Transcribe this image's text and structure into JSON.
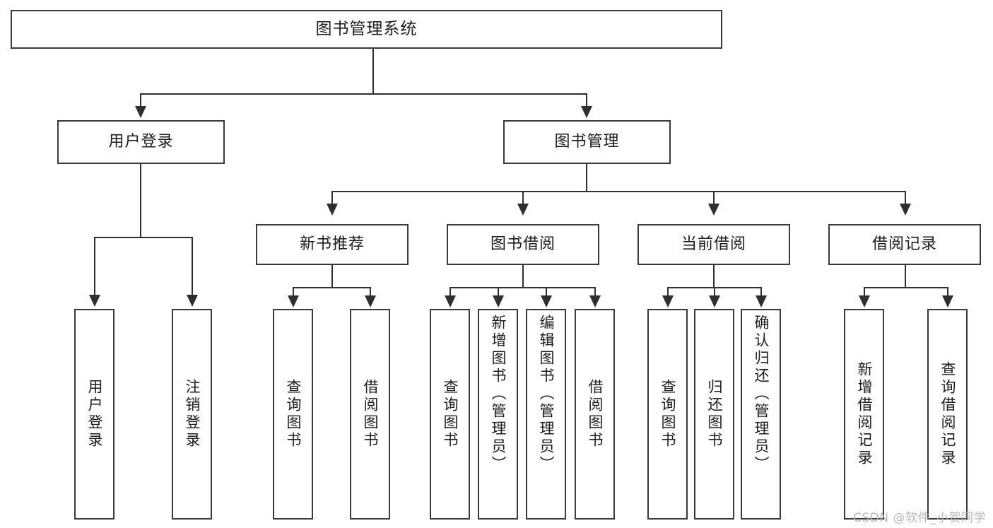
{
  "diagram": {
    "title": "图书管理系统",
    "type": "功能结构图",
    "root": {
      "label": "图书管理系统"
    },
    "level2": [
      {
        "label": "用户登录"
      },
      {
        "label": "图书管理"
      }
    ],
    "level3": [
      {
        "label": "新书推荐"
      },
      {
        "label": "图书借阅"
      },
      {
        "label": "当前借阅"
      },
      {
        "label": "借阅记录"
      }
    ],
    "leaves": {
      "user_login": [
        {
          "label": "用户登录"
        },
        {
          "label": "注销登录"
        }
      ],
      "new_book": [
        {
          "label": "查询图书"
        },
        {
          "label": "借阅图书"
        }
      ],
      "book_borrow": [
        {
          "label": "查询图书"
        },
        {
          "label": "新增图书（管理员）"
        },
        {
          "label": "编辑图书（管理员）"
        },
        {
          "label": "借阅图书"
        }
      ],
      "current_borrow": [
        {
          "label": "查询图书"
        },
        {
          "label": "归还图书"
        },
        {
          "label": "确认归还（管理员）"
        }
      ],
      "borrow_record": [
        {
          "label": "新增借阅记录"
        },
        {
          "label": "查询借阅记录"
        }
      ]
    }
  },
  "watermark": {
    "text": "CSDN @软件_小贺同学"
  },
  "colors": {
    "border": "#3a3a3a",
    "line": "#2f2f2f",
    "text": "#1c1c1c",
    "background": "#ffffff",
    "watermark": "#b9b9b9"
  }
}
